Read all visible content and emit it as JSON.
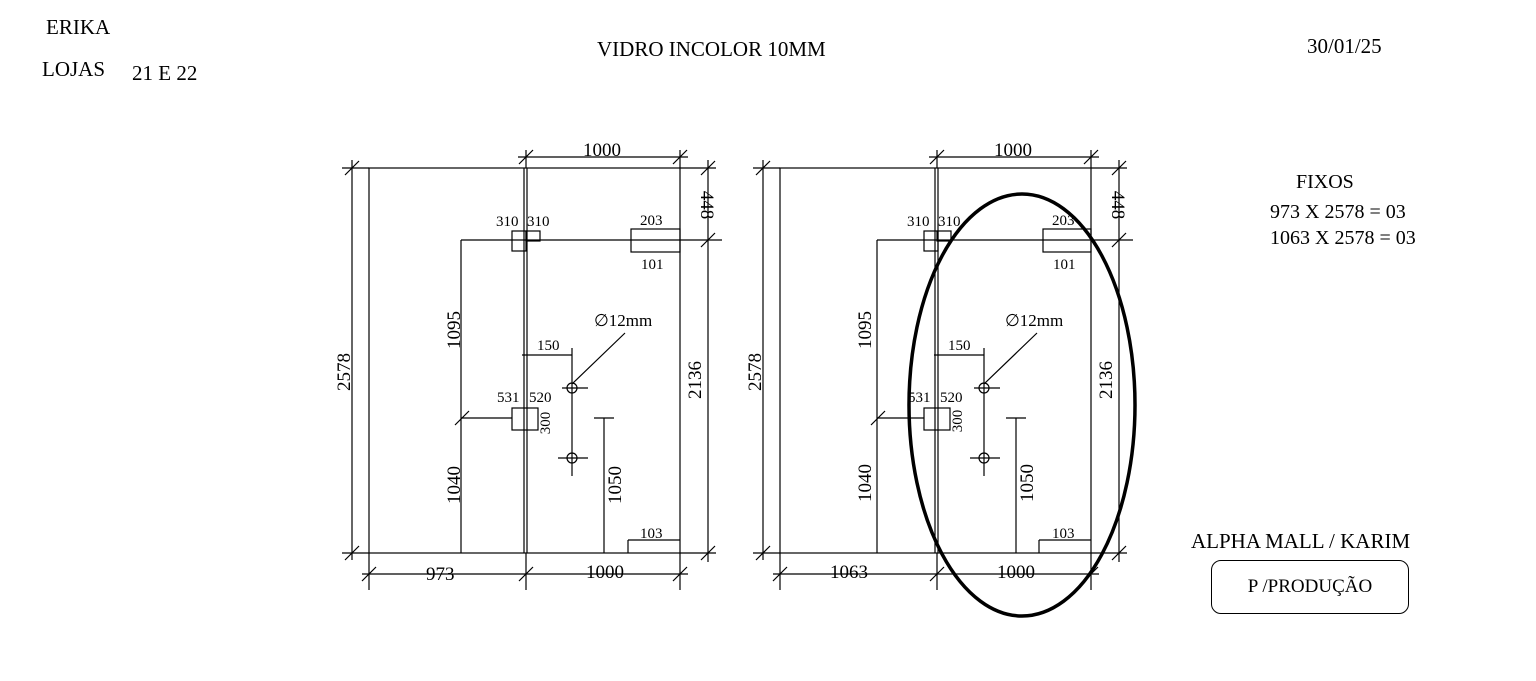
{
  "header": {
    "client": "ERIKA",
    "stores_label": "LOJAS",
    "stores_value": "21 E 22",
    "title": "VIDRO INCOLOR 10MM",
    "date": "30/01/25"
  },
  "drawings": [
    {
      "width_fixed": "973",
      "width_door": "1000",
      "width_door_top": "1000",
      "height_total": "2578",
      "height_door": "2136",
      "top_gap": "448",
      "hinge_top_left": "310",
      "hinge_top_right": "310",
      "hinge_mid_left": "531",
      "hinge_mid_right": "520",
      "height_upper": "1095",
      "height_lower": "1040",
      "lock_width": "203",
      "lock_height": "101",
      "hole_diameter": "∅12mm",
      "hole_offset": "150",
      "hole_spacing": "300",
      "handle_height": "1050",
      "bottom_cut": "103"
    },
    {
      "width_fixed": "1063",
      "width_door": "1000",
      "width_door_top": "1000",
      "height_total": "2578",
      "height_door": "2136",
      "top_gap": "448",
      "hinge_top_left": "310",
      "hinge_top_right": "310",
      "hinge_mid_left": "531",
      "hinge_mid_right": "520",
      "height_upper": "1095",
      "height_lower": "1040",
      "lock_width": "203",
      "lock_height": "101",
      "hole_diameter": "∅12mm",
      "hole_offset": "150",
      "hole_spacing": "300",
      "handle_height": "1050",
      "bottom_cut": "103"
    }
  ],
  "fixos": {
    "title": "FIXOS",
    "line1": "973 X 2578 = 03",
    "line2": "1063 X 2578 = 03"
  },
  "footer": {
    "project": "ALPHA MALL / KARIM",
    "status": "P /PRODUÇÃO"
  }
}
